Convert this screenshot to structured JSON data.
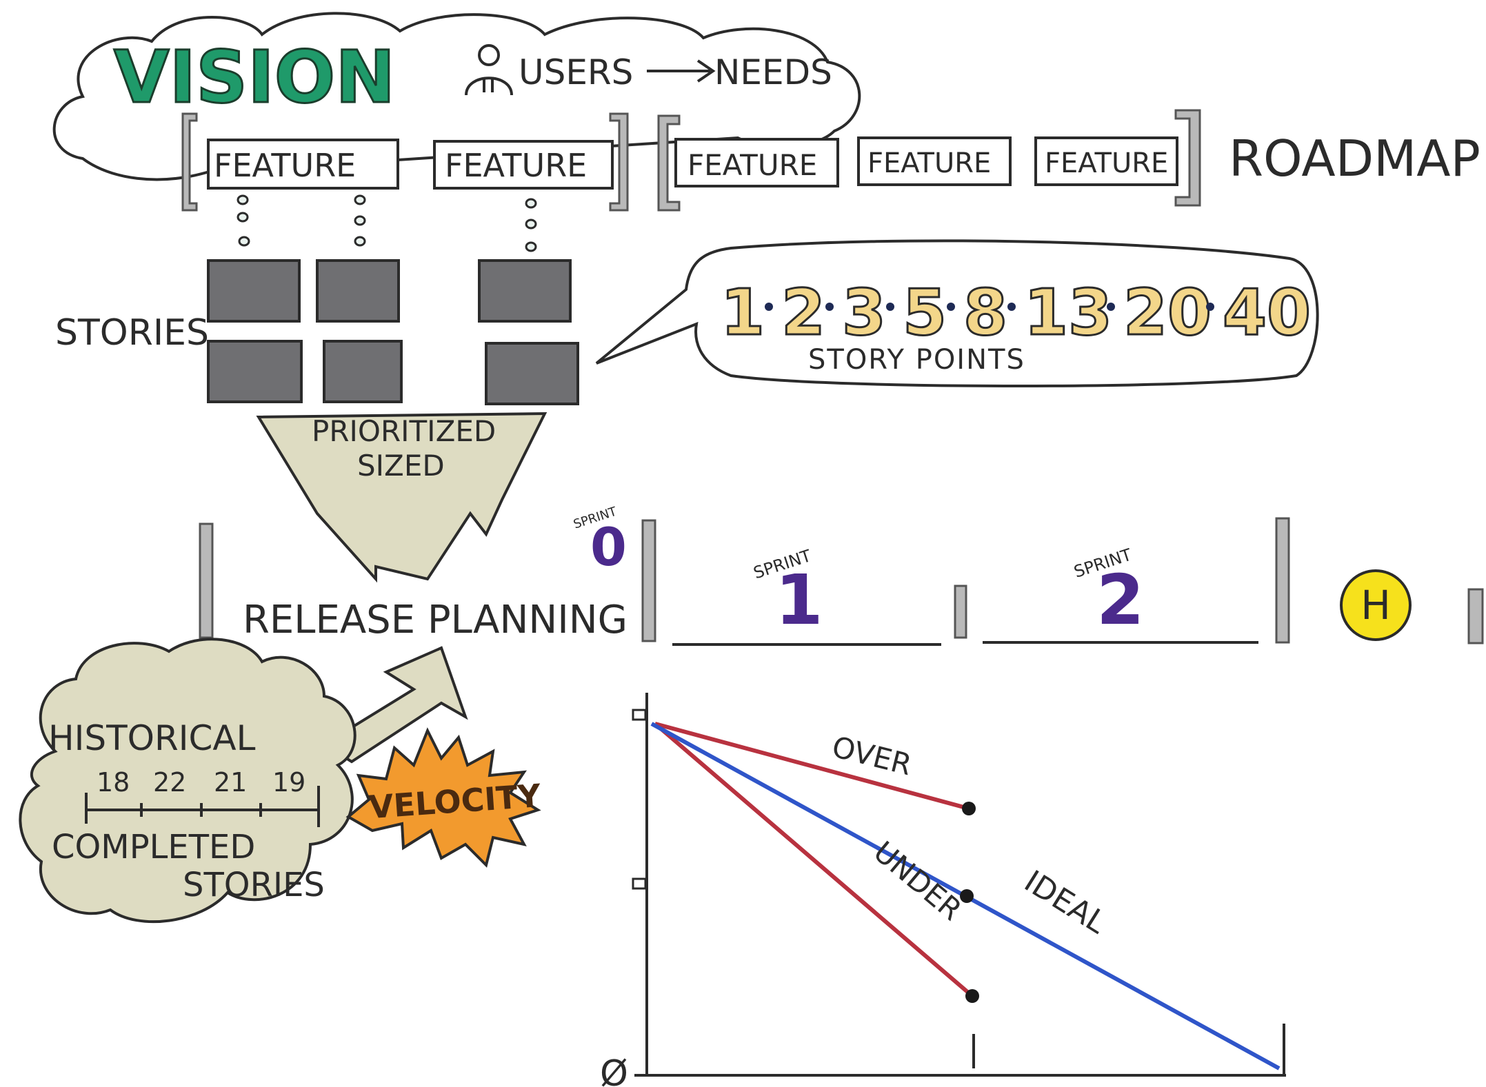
{
  "vision": {
    "title": "VISION",
    "users_label": "USERS",
    "needs_label": "NEEDS",
    "user_icon": "person-icon",
    "title_color": "#1f9a6a"
  },
  "roadmap": {
    "label": "ROADMAP",
    "group1": [
      "FEATURE",
      "FEATURE"
    ],
    "group2": [
      "FEATURE",
      "FEATURE",
      "FEATURE"
    ]
  },
  "stories": {
    "label": "STORIES"
  },
  "story_points": {
    "values": [
      "1",
      "2",
      "3",
      "5",
      "8",
      "13",
      "20",
      "40"
    ],
    "label": "STORY POINTS",
    "number_color": "#f3d68a"
  },
  "funnel": {
    "line1": "PRIORITIZED",
    "line2": "SIZED"
  },
  "release": {
    "label": "RELEASE PLANNING",
    "sprint_word": "SPRINT",
    "sprint0": "0",
    "sprint1": "1",
    "sprint2": "2",
    "hardening": "H",
    "sprint_color": "#4b2a8c",
    "hardening_color": "#f6e11c"
  },
  "historical": {
    "title": "HISTORICAL",
    "values": [
      "18",
      "22",
      "21",
      "19"
    ],
    "bottom1": "COMPLETED",
    "bottom2": "STORIES"
  },
  "velocity": {
    "label": "VELOCITY",
    "color": "#f29a2e"
  },
  "burndown": {
    "zero_label": "Ø",
    "over_label": "OVER",
    "under_label": "UNDER",
    "ideal_label": "IDEAL",
    "over_color": "#b8323f",
    "under_color": "#b8323f",
    "ideal_color": "#2f55c9"
  }
}
